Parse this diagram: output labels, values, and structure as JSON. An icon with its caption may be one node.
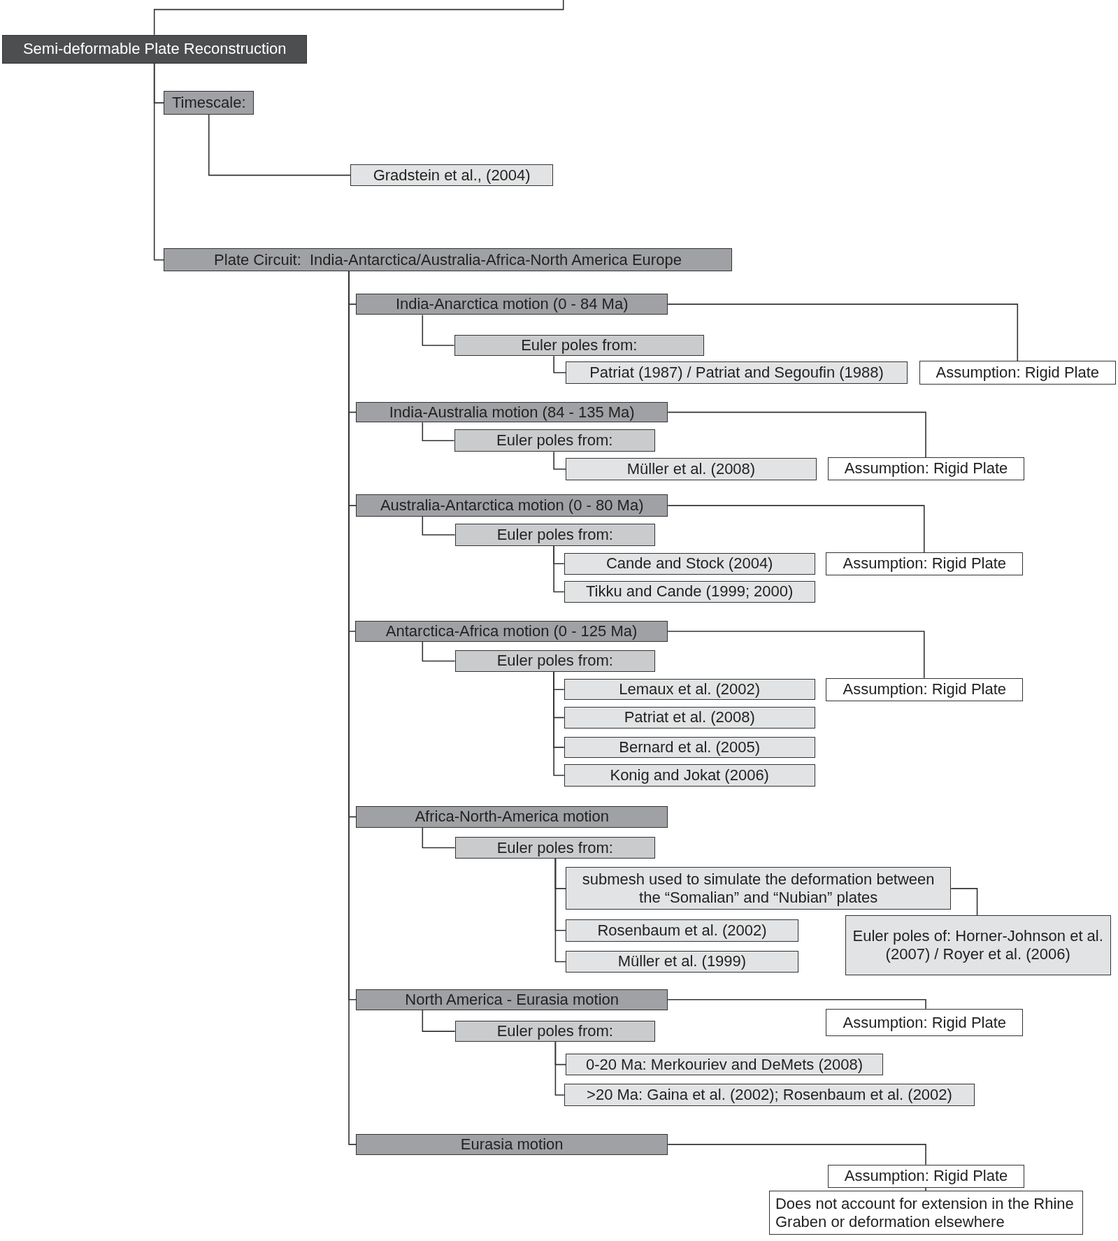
{
  "diagram": {
    "nodes": [
      {
        "text": [
          "Semi-deformable Plate Reconstruction"
        ]
      },
      {
        "text": [
          "Timescale:"
        ]
      },
      {
        "text": [
          "Gradstein et al., (2004)"
        ]
      },
      {
        "text": [
          "Plate Circuit:  India-Antarctica/Australia-Africa-North America Europe"
        ]
      },
      {
        "text": [
          "India-Anarctica motion (0 - 84 Ma)"
        ]
      },
      {
        "text": [
          "Euler poles from:"
        ]
      },
      {
        "text": [
          "Patriat (1987) / Patriat and Segoufin (1988)"
        ]
      },
      {
        "text": [
          "Assumption: Rigid Plate"
        ]
      },
      {
        "text": [
          "India-Australia motion (84 - 135 Ma)"
        ]
      },
      {
        "text": [
          "Euler poles from:"
        ]
      },
      {
        "text": [
          "Müller et al. (2008)"
        ]
      },
      {
        "text": [
          "Assumption: Rigid Plate"
        ]
      },
      {
        "text": [
          "Australia-Antarctica motion (0 - 80 Ma)"
        ]
      },
      {
        "text": [
          "Euler poles from:"
        ]
      },
      {
        "text": [
          "Cande and Stock (2004)"
        ]
      },
      {
        "text": [
          "Tikku and Cande (1999; 2000)"
        ]
      },
      {
        "text": [
          "Assumption: Rigid Plate"
        ]
      },
      {
        "text": [
          "Antarctica-Africa motion (0 - 125 Ma)"
        ]
      },
      {
        "text": [
          "Euler poles from:"
        ]
      },
      {
        "text": [
          "Lemaux et al. (2002)"
        ]
      },
      {
        "text": [
          "Patriat et al. (2008)"
        ]
      },
      {
        "text": [
          "Bernard et al. (2005)"
        ]
      },
      {
        "text": [
          "Konig and Jokat (2006)"
        ]
      },
      {
        "text": [
          "Assumption: Rigid Plate"
        ]
      },
      {
        "text": [
          "Africa-North-America motion"
        ]
      },
      {
        "text": [
          "Euler poles from:"
        ]
      },
      {
        "text": [
          "submesh used to simulate the deformation between the “Somalian” and “Nubian” plates"
        ]
      },
      {
        "text": [
          "Euler poles of: Horner-Johnson et al. (2007) / Royer et al. (2006)"
        ]
      },
      {
        "text": [
          "Rosenbaum et al. (2002)"
        ]
      },
      {
        "text": [
          "Müller et al. (1999)"
        ]
      },
      {
        "text": [
          "North America - Eurasia motion"
        ]
      },
      {
        "text": [
          "Assumption: Rigid Plate"
        ]
      },
      {
        "text": [
          "Euler poles from:"
        ]
      },
      {
        "text": [
          "0-20 Ma: Merkouriev and DeMets (2008)"
        ]
      },
      {
        "text": [
          ">20 Ma: Gaina et al. (2002); Rosenbaum et al. (2002)"
        ]
      },
      {
        "text": [
          "Eurasia motion"
        ]
      },
      {
        "text": [
          "Assumption: Rigid Plate"
        ]
      },
      {
        "text": [
          "Does not account for extension in the Rhine Graben or deformation elsewhere"
        ]
      }
    ],
    "edges": [
      {
        "from": null,
        "to": 0,
        "arrow": "none"
      },
      {
        "from": 0,
        "to": 1,
        "arrow": "none"
      },
      {
        "from": 0,
        "to": 3,
        "arrow": "none"
      },
      {
        "from": 1,
        "to": 2,
        "arrow": "none"
      },
      {
        "from": 3,
        "to": 4,
        "arrow": "none"
      },
      {
        "from": 3,
        "to": 8,
        "arrow": "none"
      },
      {
        "from": 3,
        "to": 12,
        "arrow": "none"
      },
      {
        "from": 3,
        "to": 17,
        "arrow": "none"
      },
      {
        "from": 3,
        "to": 24,
        "arrow": "none"
      },
      {
        "from": 3,
        "to": 30,
        "arrow": "none"
      },
      {
        "from": 3,
        "to": 35,
        "arrow": "none"
      },
      {
        "from": 4,
        "to": 5,
        "arrow": "none"
      },
      {
        "from": 5,
        "to": 6,
        "arrow": "none"
      },
      {
        "from": 4,
        "to": 7,
        "arrow": "none"
      },
      {
        "from": 8,
        "to": 9,
        "arrow": "none"
      },
      {
        "from": 9,
        "to": 10,
        "arrow": "none"
      },
      {
        "from": 8,
        "to": 11,
        "arrow": "none"
      },
      {
        "from": 12,
        "to": 13,
        "arrow": "none"
      },
      {
        "from": 13,
        "to": 14,
        "arrow": "none"
      },
      {
        "from": 13,
        "to": 15,
        "arrow": "none"
      },
      {
        "from": 12,
        "to": 16,
        "arrow": "none"
      },
      {
        "from": 17,
        "to": 18,
        "arrow": "none"
      },
      {
        "from": 18,
        "to": 19,
        "arrow": "none"
      },
      {
        "from": 18,
        "to": 20,
        "arrow": "none"
      },
      {
        "from": 18,
        "to": 21,
        "arrow": "none"
      },
      {
        "from": 18,
        "to": 22,
        "arrow": "none"
      },
      {
        "from": 17,
        "to": 23,
        "arrow": "none"
      },
      {
        "from": 24,
        "to": 25,
        "arrow": "none"
      },
      {
        "from": 25,
        "to": 26,
        "arrow": "none"
      },
      {
        "from": 25,
        "to": 28,
        "arrow": "none"
      },
      {
        "from": 25,
        "to": 29,
        "arrow": "none"
      },
      {
        "from": 26,
        "to": 27,
        "arrow": "none"
      },
      {
        "from": 30,
        "to": 32,
        "arrow": "none"
      },
      {
        "from": 32,
        "to": 33,
        "arrow": "none"
      },
      {
        "from": 32,
        "to": 34,
        "arrow": "none"
      },
      {
        "from": 30,
        "to": 31,
        "arrow": "none"
      },
      {
        "from": 35,
        "to": 36,
        "arrow": "none"
      },
      {
        "from": 36,
        "to": 37,
        "arrow": "none"
      }
    ]
  }
}
